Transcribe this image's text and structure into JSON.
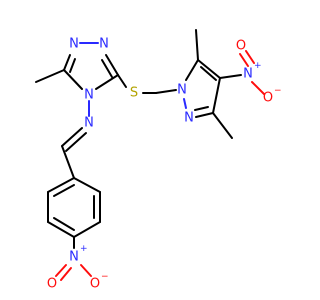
{
  "atoms": {
    "n_triazole_1": "N",
    "n_triazole_2": "N",
    "n_triazole_4": "N",
    "n_imine": "N",
    "s_thioether": "S",
    "n_pyrazole_1": "N",
    "n_pyrazole_2": "N",
    "n_nitro_pyrazole": "N",
    "n_nitro_pyrazole_charge": "+",
    "o_nitro_pyrazole_1": "O",
    "o_nitro_pyrazole_1_charge": "−",
    "o_nitro_pyrazole_2": "O",
    "n_nitro_phenyl": "N",
    "n_nitro_phenyl_charge": "+",
    "o_nitro_phenyl_1": "O",
    "o_nitro_phenyl_1_charge": "−",
    "o_nitro_phenyl_2": "O"
  },
  "colors": {
    "carbon": "#000000",
    "nitrogen": "#2a2aff",
    "oxygen": "#ff0d0d",
    "sulfur": "#b3a300"
  }
}
